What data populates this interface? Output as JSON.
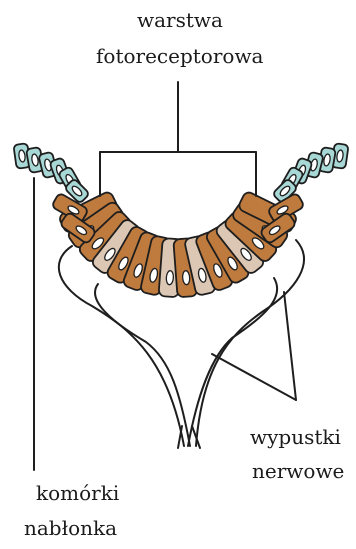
{
  "labels": {
    "photoreceptor_line1": "warstwa",
    "photoreceptor_line2": "fotoreceptorowa",
    "nerve_line1": "wypustki",
    "nerve_line2": "nerwowe",
    "epithelial_line1": "komórki",
    "epithelial_line2": "nabłonka"
  },
  "colors": {
    "epithelial": "#a8d8d6",
    "receptor": "#bf7a3e",
    "support": "#dcc7b4",
    "outline": "#1e1e1e",
    "nucleus": "#ffffff"
  }
}
